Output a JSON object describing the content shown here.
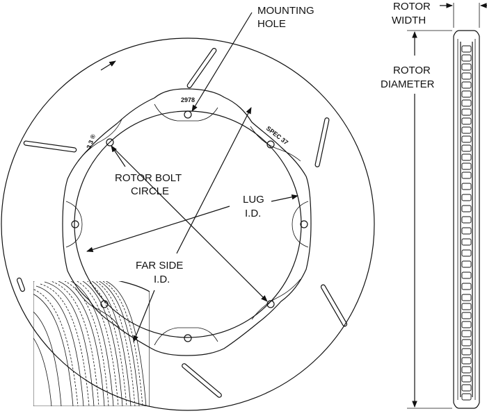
{
  "labels": {
    "mounting_hole_1": "MOUNTING",
    "mounting_hole_2": "HOLE",
    "rotor_width_1": "ROTOR",
    "rotor_width_2": "WIDTH",
    "rotor_diameter_1": "ROTOR",
    "rotor_diameter_2": "DIAMETER",
    "bolt_circle_1": "ROTOR BOLT",
    "bolt_circle_2": "CIRCLE",
    "lug_id_1": "LUG",
    "lug_id_2": "I.D.",
    "far_side_1": "FAR SIDE",
    "far_side_2": "I.D."
  },
  "markings": {
    "part_number": "2978",
    "spec": "SPEC 37",
    "side_code": "3 3 ®"
  },
  "colors": {
    "ink": "#111111",
    "paper": "#ffffff"
  },
  "icons": {
    "rotation": "arrow-up-right-icon"
  }
}
